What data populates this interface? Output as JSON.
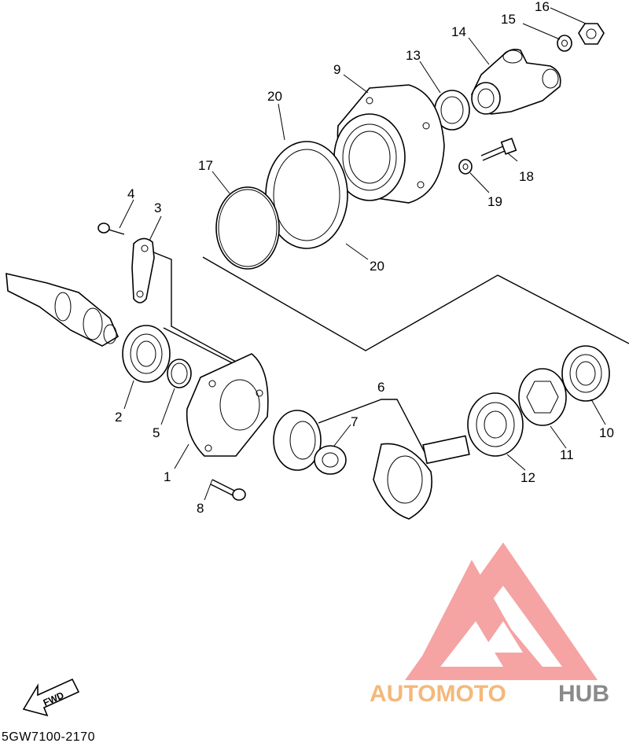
{
  "diagram": {
    "reference_code": "5GW7100-2170",
    "fwd_label": "FWD",
    "watermark": {
      "text_part1": "AUTOMOTO",
      "text_part2": "HUB",
      "color_part1": "#f4b87a",
      "color_part2": "#8a8a8a",
      "logo_color": "#f59a9a"
    },
    "callouts": [
      "1",
      "2",
      "3",
      "4",
      "5",
      "6",
      "7",
      "8",
      "9",
      "10",
      "11",
      "12",
      "13",
      "14",
      "15",
      "16",
      "17",
      "18",
      "19",
      "20",
      "20"
    ]
  }
}
